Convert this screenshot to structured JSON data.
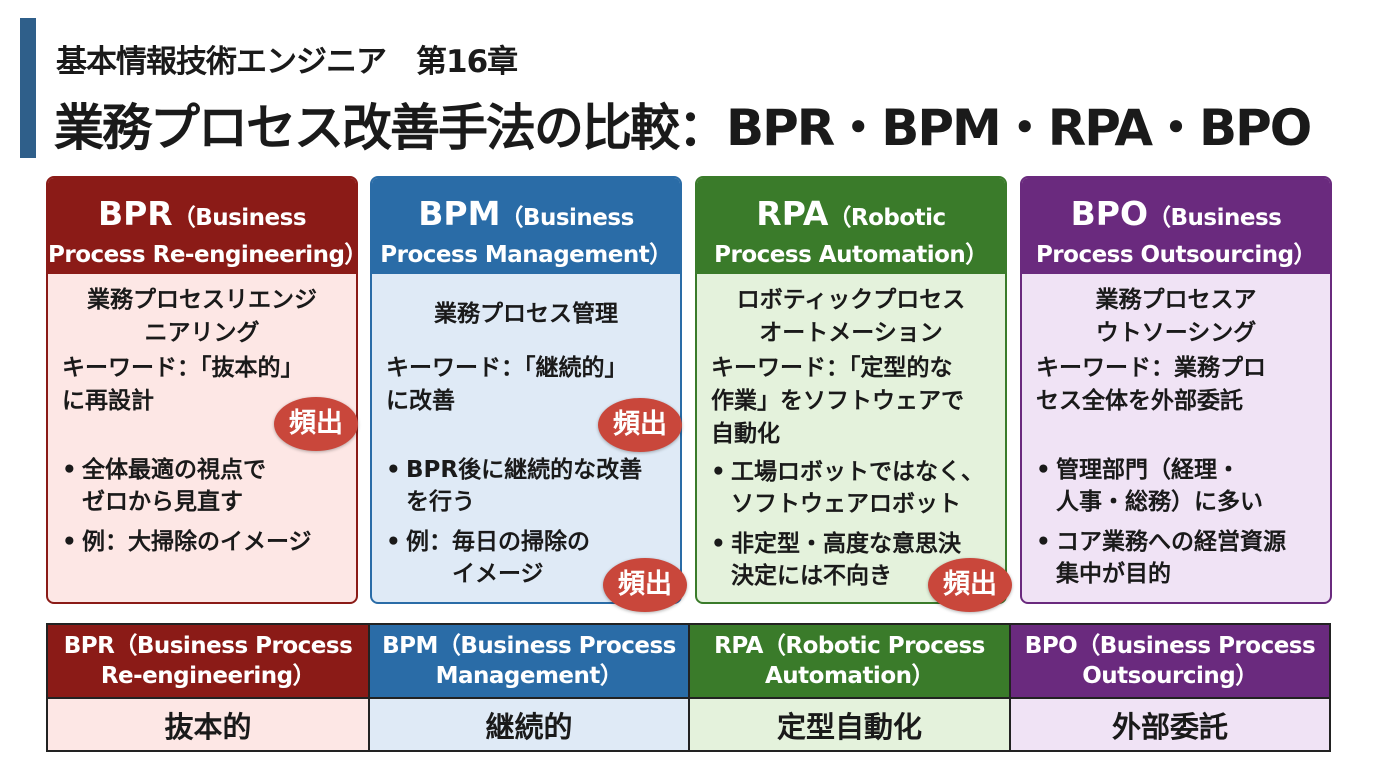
{
  "header": {
    "subtitle": "基本情報技術エンジニア　第16章",
    "title": "業務プロセス改善手法の比較：BPR・BPM・RPA・BPO"
  },
  "colors": {
    "bpr": "#8b1b17",
    "bpm": "#2a6ca7",
    "rpa": "#3a7b2a",
    "bpo": "#6a2a7e",
    "badge": "#c9473b"
  },
  "badge_label": "頻出",
  "cards": [
    {
      "abbr": "BPR",
      "full_1": "（Business",
      "full_2": "Process Re-engineering）",
      "jp": "業務プロセスリエンジ\nニアリング",
      "keyword": "キーワード：「抜本的」\nに再設計",
      "bullets": [
        "全体最適の視点で\nゼロから見直す",
        "例：大掃除のイメージ"
      ]
    },
    {
      "abbr": "BPM",
      "full_1": "（Business",
      "full_2": "Process Management）",
      "jp": "業務プロセス管理",
      "keyword": "キーワード：「継続的」\nに改善",
      "bullets": [
        "BPR後に継続的な改善\nを行う",
        "例：毎日の掃除の\n　　イメージ"
      ]
    },
    {
      "abbr": "RPA",
      "full_1": "（Robotic",
      "full_2": "Process Automation）",
      "jp": "ロボティックプロセス\nオートメーション",
      "keyword": "キーワード：「定型的な\n作業」をソフトウェアで\n自動化",
      "bullets": [
        "工場ロボットではなく、\nソフトウェアロボット",
        "非定型・高度な意思決\n決定には不向き"
      ]
    },
    {
      "abbr": "BPO",
      "full_1": "（Business",
      "full_2": "Process Outsourcing）",
      "jp": "業務プロセスア\nウトソーシング",
      "keyword": "キーワード：業務プロ\nセス全体を外部委託",
      "bullets": [
        "管理部門（経理・\n人事・総務）に多い",
        "コア業務への経営資源\n集中が目的"
      ]
    }
  ],
  "table": {
    "headers": [
      "BPR（Business Process\nRe-engineering）",
      "BPM（Business Process\nManagement）",
      "RPA（Robotic Process\nAutomation）",
      "BPO（Business Process\nOutsourcing）"
    ],
    "values": [
      "抜本的",
      "継続的",
      "定型自動化",
      "外部委託"
    ]
  }
}
